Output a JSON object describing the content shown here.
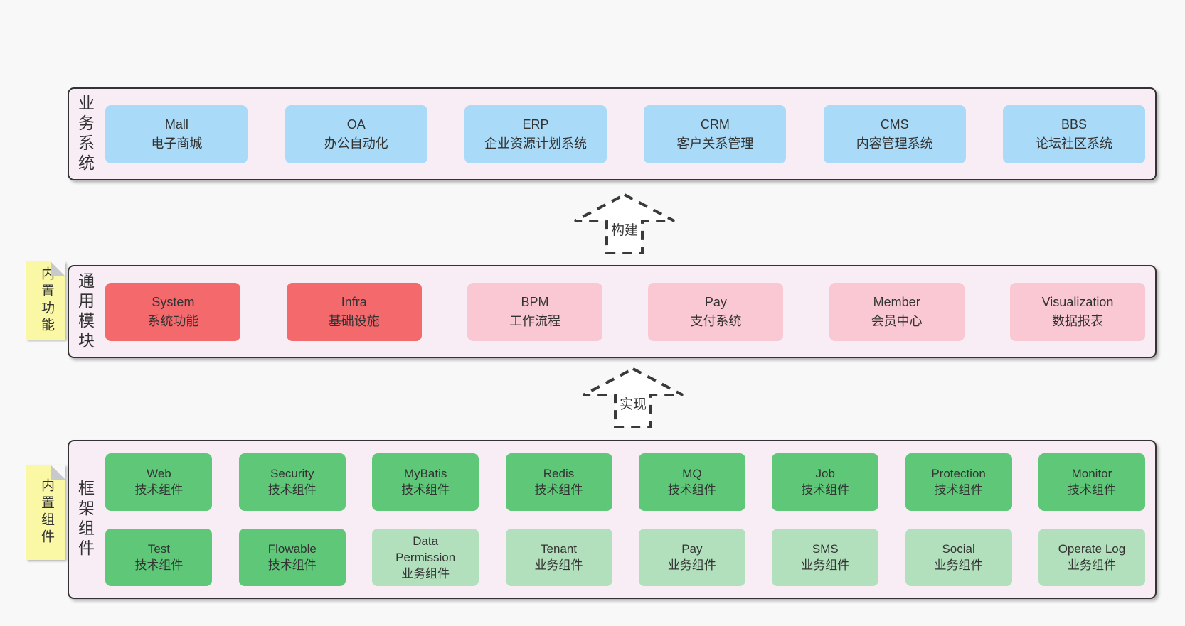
{
  "colors": {
    "page_bg": "#f8f8f8",
    "panel_bg": "#f8edf5",
    "panel_border": "#333333",
    "blue": "#a9dbf8",
    "red": "#f3696c",
    "pink": "#f9c8d3",
    "green": "#5ec878",
    "light_green": "#b2e0bd",
    "sticky_yellow": "#faf8a5",
    "sticky_fold": "#c8c9ca",
    "text": "#333333",
    "arrow": "#3a3a3a"
  },
  "sections": {
    "business": {
      "label": "业务系统",
      "boxes": [
        {
          "en": "Mall",
          "zh": "电子商城",
          "color": "blue"
        },
        {
          "en": "OA",
          "zh": "办公自动化",
          "color": "blue"
        },
        {
          "en": "ERP",
          "zh": "企业资源计划系统",
          "color": "blue"
        },
        {
          "en": "CRM",
          "zh": "客户关系管理",
          "color": "blue"
        },
        {
          "en": "CMS",
          "zh": "内容管理系统",
          "color": "blue"
        },
        {
          "en": "BBS",
          "zh": "论坛社区系统",
          "color": "blue"
        }
      ]
    },
    "modules": {
      "label": "通用模块",
      "sticky": "内置功能",
      "boxes": [
        {
          "en": "System",
          "zh": "系统功能",
          "color": "red"
        },
        {
          "en": "Infra",
          "zh": "基础设施",
          "color": "red"
        },
        {
          "en": "BPM",
          "zh": "工作流程",
          "color": "pink"
        },
        {
          "en": "Pay",
          "zh": "支付系统",
          "color": "pink"
        },
        {
          "en": "Member",
          "zh": "会员中心",
          "color": "pink"
        },
        {
          "en": "Visualization",
          "zh": "数据报表",
          "color": "pink"
        }
      ]
    },
    "components": {
      "label": "框架组件",
      "sticky": "内置组件",
      "rows": [
        [
          {
            "en": "Web",
            "zh": "技术组件",
            "color": "green"
          },
          {
            "en": "Security",
            "zh": "技术组件",
            "color": "green"
          },
          {
            "en": "MyBatis",
            "zh": "技术组件",
            "color": "green"
          },
          {
            "en": "Redis",
            "zh": "技术组件",
            "color": "green"
          },
          {
            "en": "MQ",
            "zh": "技术组件",
            "color": "green"
          },
          {
            "en": "Job",
            "zh": "技术组件",
            "color": "green"
          },
          {
            "en": "Protection",
            "zh": "技术组件",
            "color": "green"
          },
          {
            "en": "Monitor",
            "zh": "技术组件",
            "color": "green"
          }
        ],
        [
          {
            "en": "Test",
            "zh": "技术组件",
            "color": "green"
          },
          {
            "en": "Flowable",
            "zh": "技术组件",
            "color": "green"
          },
          {
            "en": "Data Permission",
            "zh": "业务组件",
            "color": "light_green"
          },
          {
            "en": "Tenant",
            "zh": "业务组件",
            "color": "light_green"
          },
          {
            "en": "Pay",
            "zh": "业务组件",
            "color": "light_green"
          },
          {
            "en": "SMS",
            "zh": "业务组件",
            "color": "light_green"
          },
          {
            "en": "Social",
            "zh": "业务组件",
            "color": "light_green"
          },
          {
            "en": "Operate Log",
            "zh": "业务组件",
            "color": "light_green"
          }
        ]
      ]
    }
  },
  "arrows": [
    {
      "label": "构建"
    },
    {
      "label": "实现"
    }
  ]
}
